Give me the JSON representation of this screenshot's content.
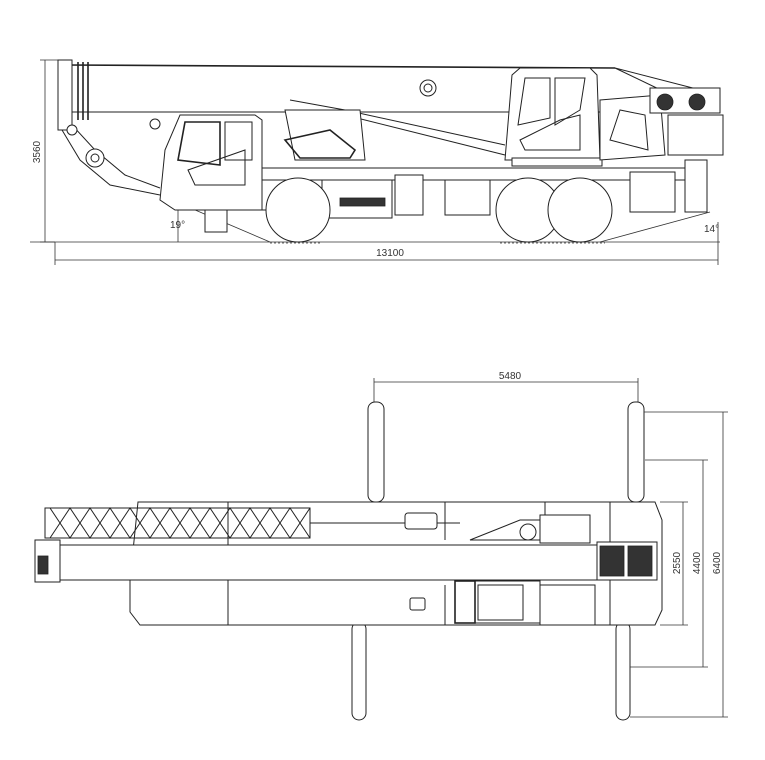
{
  "side_view": {
    "height_dim": "3560",
    "length_dim": "13100",
    "approach_angle": "19°",
    "departure_angle": "14°"
  },
  "top_view": {
    "outrigger_span_longitudinal": "5480",
    "width_dim": "2550",
    "outrigger_span_mid": "4400",
    "outrigger_span_full": "6400"
  }
}
